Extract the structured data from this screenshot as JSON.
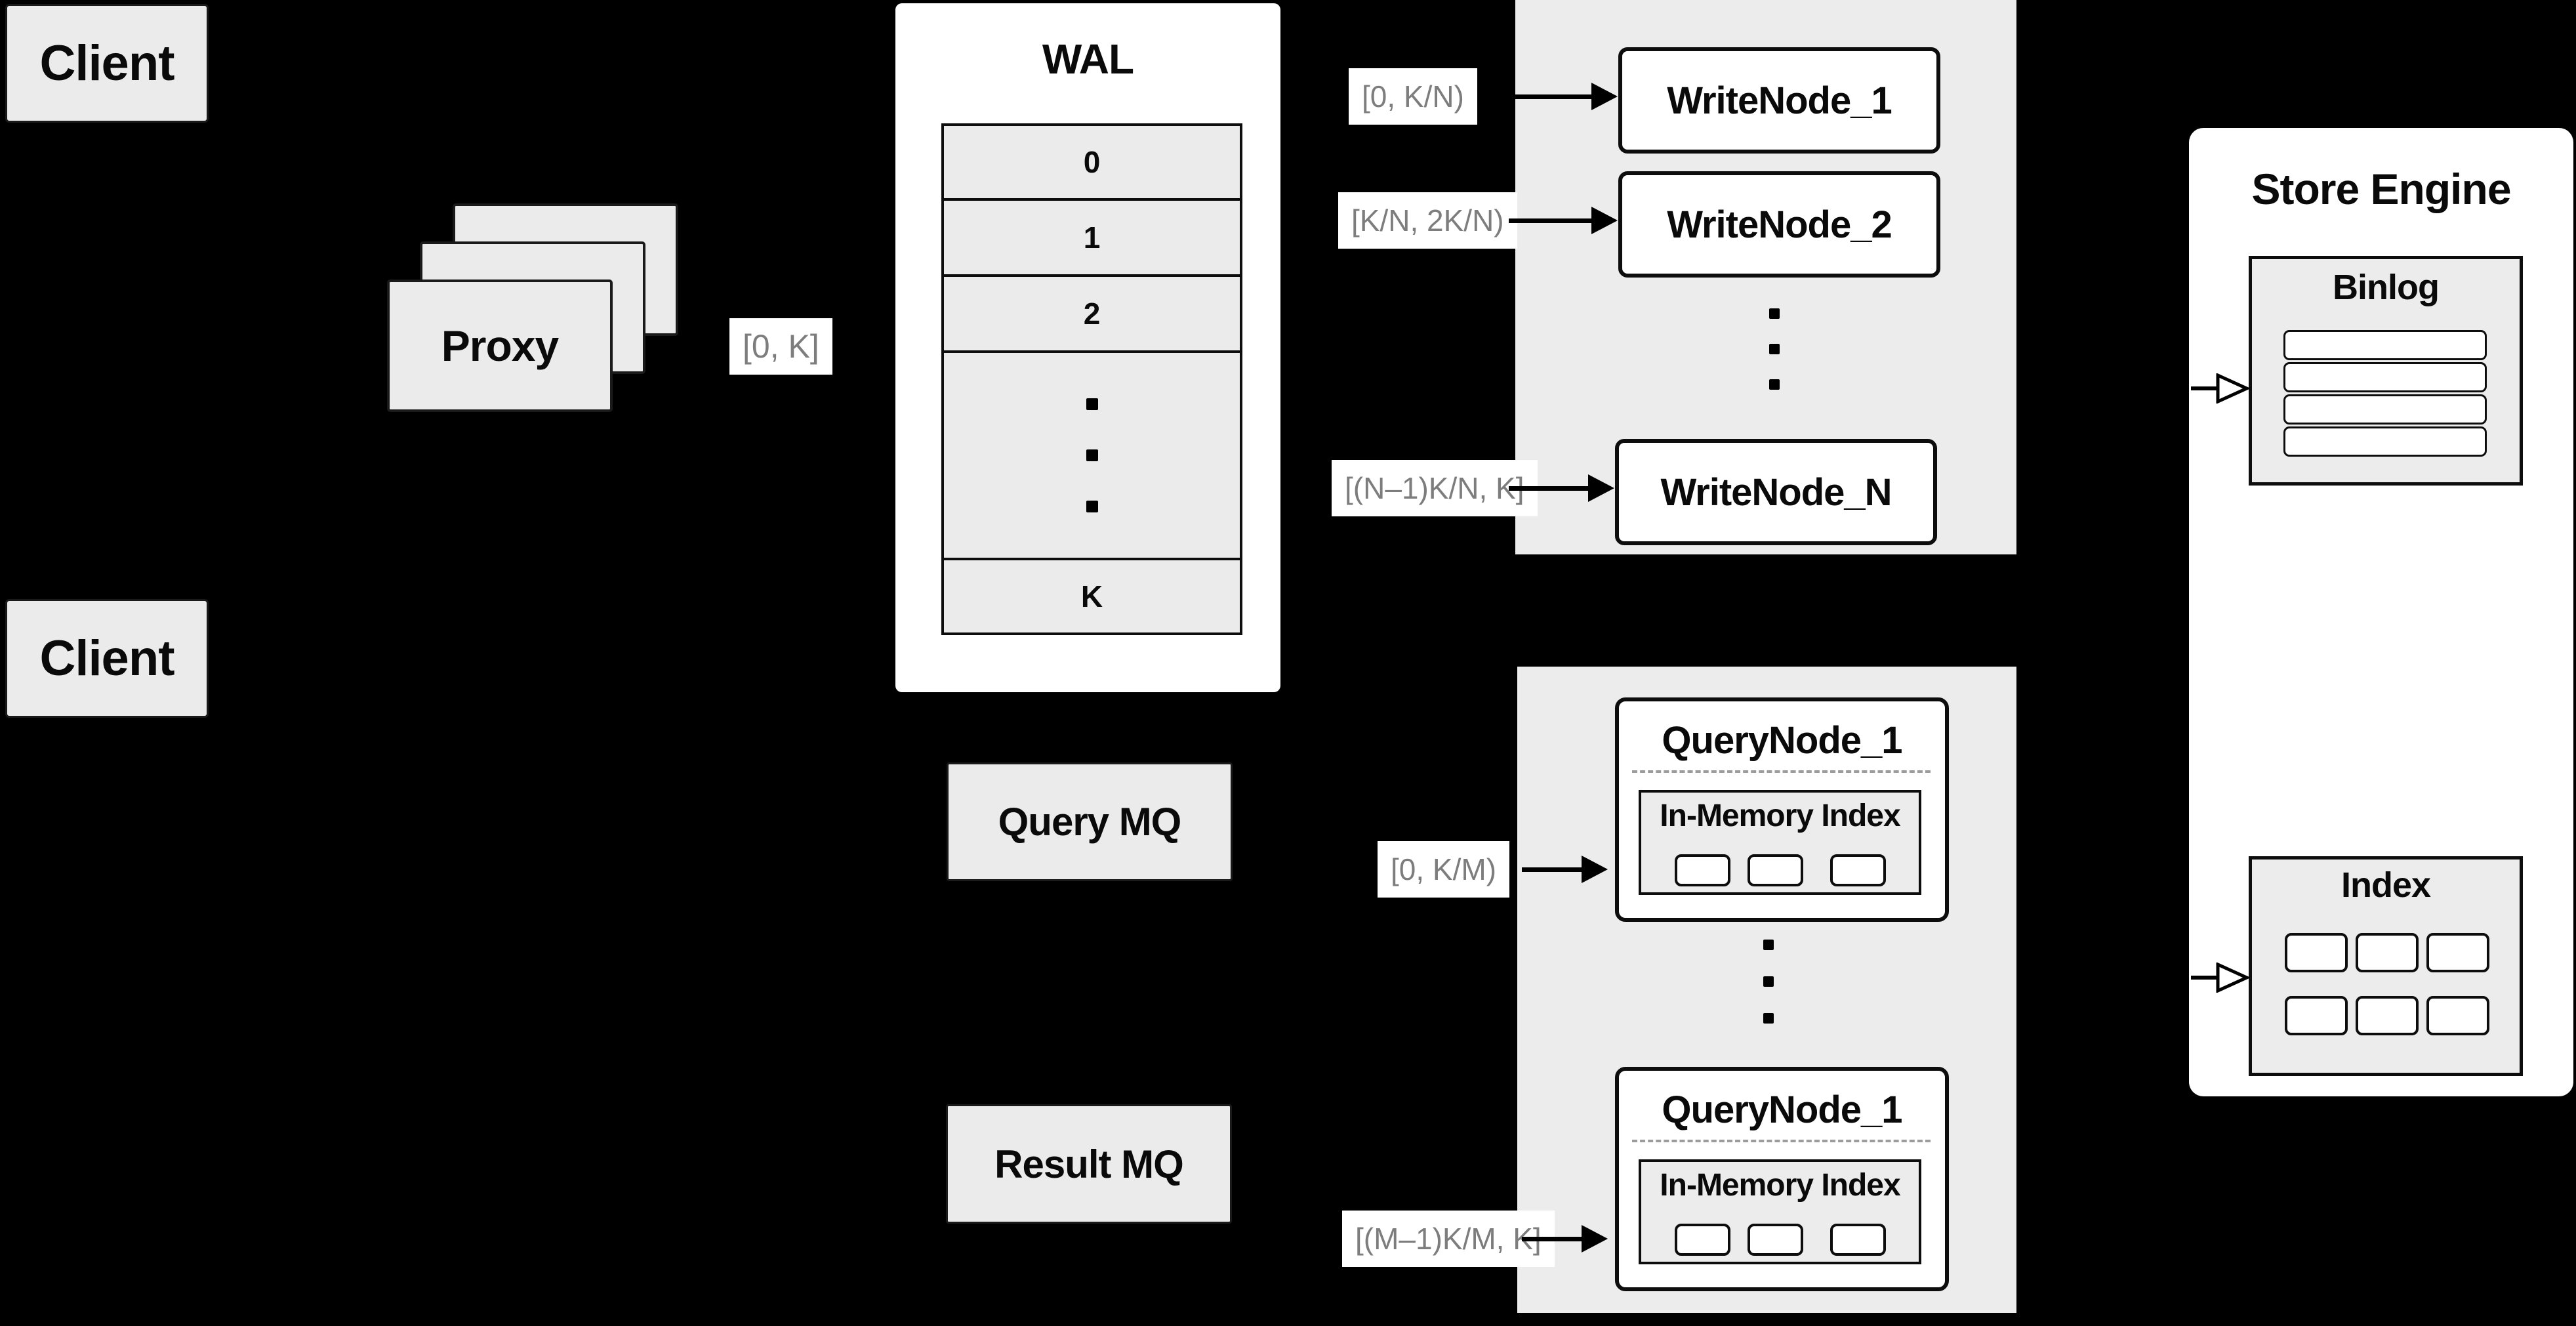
{
  "colors": {
    "background": "#000000",
    "panel_white": "#ffffff",
    "box_fill": "#ebebeb",
    "container_fill": "#ececec",
    "stroke": "#0d0d0d",
    "range_label_text": "#7d7d7d"
  },
  "clients": {
    "top_label": "Client",
    "bottom_label": "Client"
  },
  "proxy": {
    "label": "Proxy",
    "range_label": "[0, K]"
  },
  "wal": {
    "title": "WAL",
    "rows": [
      "0",
      "1",
      "2"
    ],
    "last_row": "K",
    "ellipsis": "⋮"
  },
  "write_section": {
    "range_labels": [
      "[0, K/N)",
      "[K/N, 2K/N)",
      "[(N–1)K/N, K]"
    ],
    "nodes": [
      "WriteNode_1",
      "WriteNode_2",
      "WriteNode_N"
    ],
    "ellipsis": "⋮"
  },
  "mq": {
    "query_label": "Query MQ",
    "result_label": "Result MQ"
  },
  "query_section": {
    "range_labels": [
      "[0, K/M)",
      "[(M–1)K/M, K]"
    ],
    "nodes": [
      {
        "title": "QueryNode_1",
        "index_label": "In-Memory Index"
      },
      {
        "title": "QueryNode_1",
        "index_label": "In-Memory Index"
      }
    ],
    "ellipsis": "⋮"
  },
  "store_engine": {
    "title": "Store Engine",
    "binlog_title": "Binlog",
    "index_title": "Index"
  }
}
